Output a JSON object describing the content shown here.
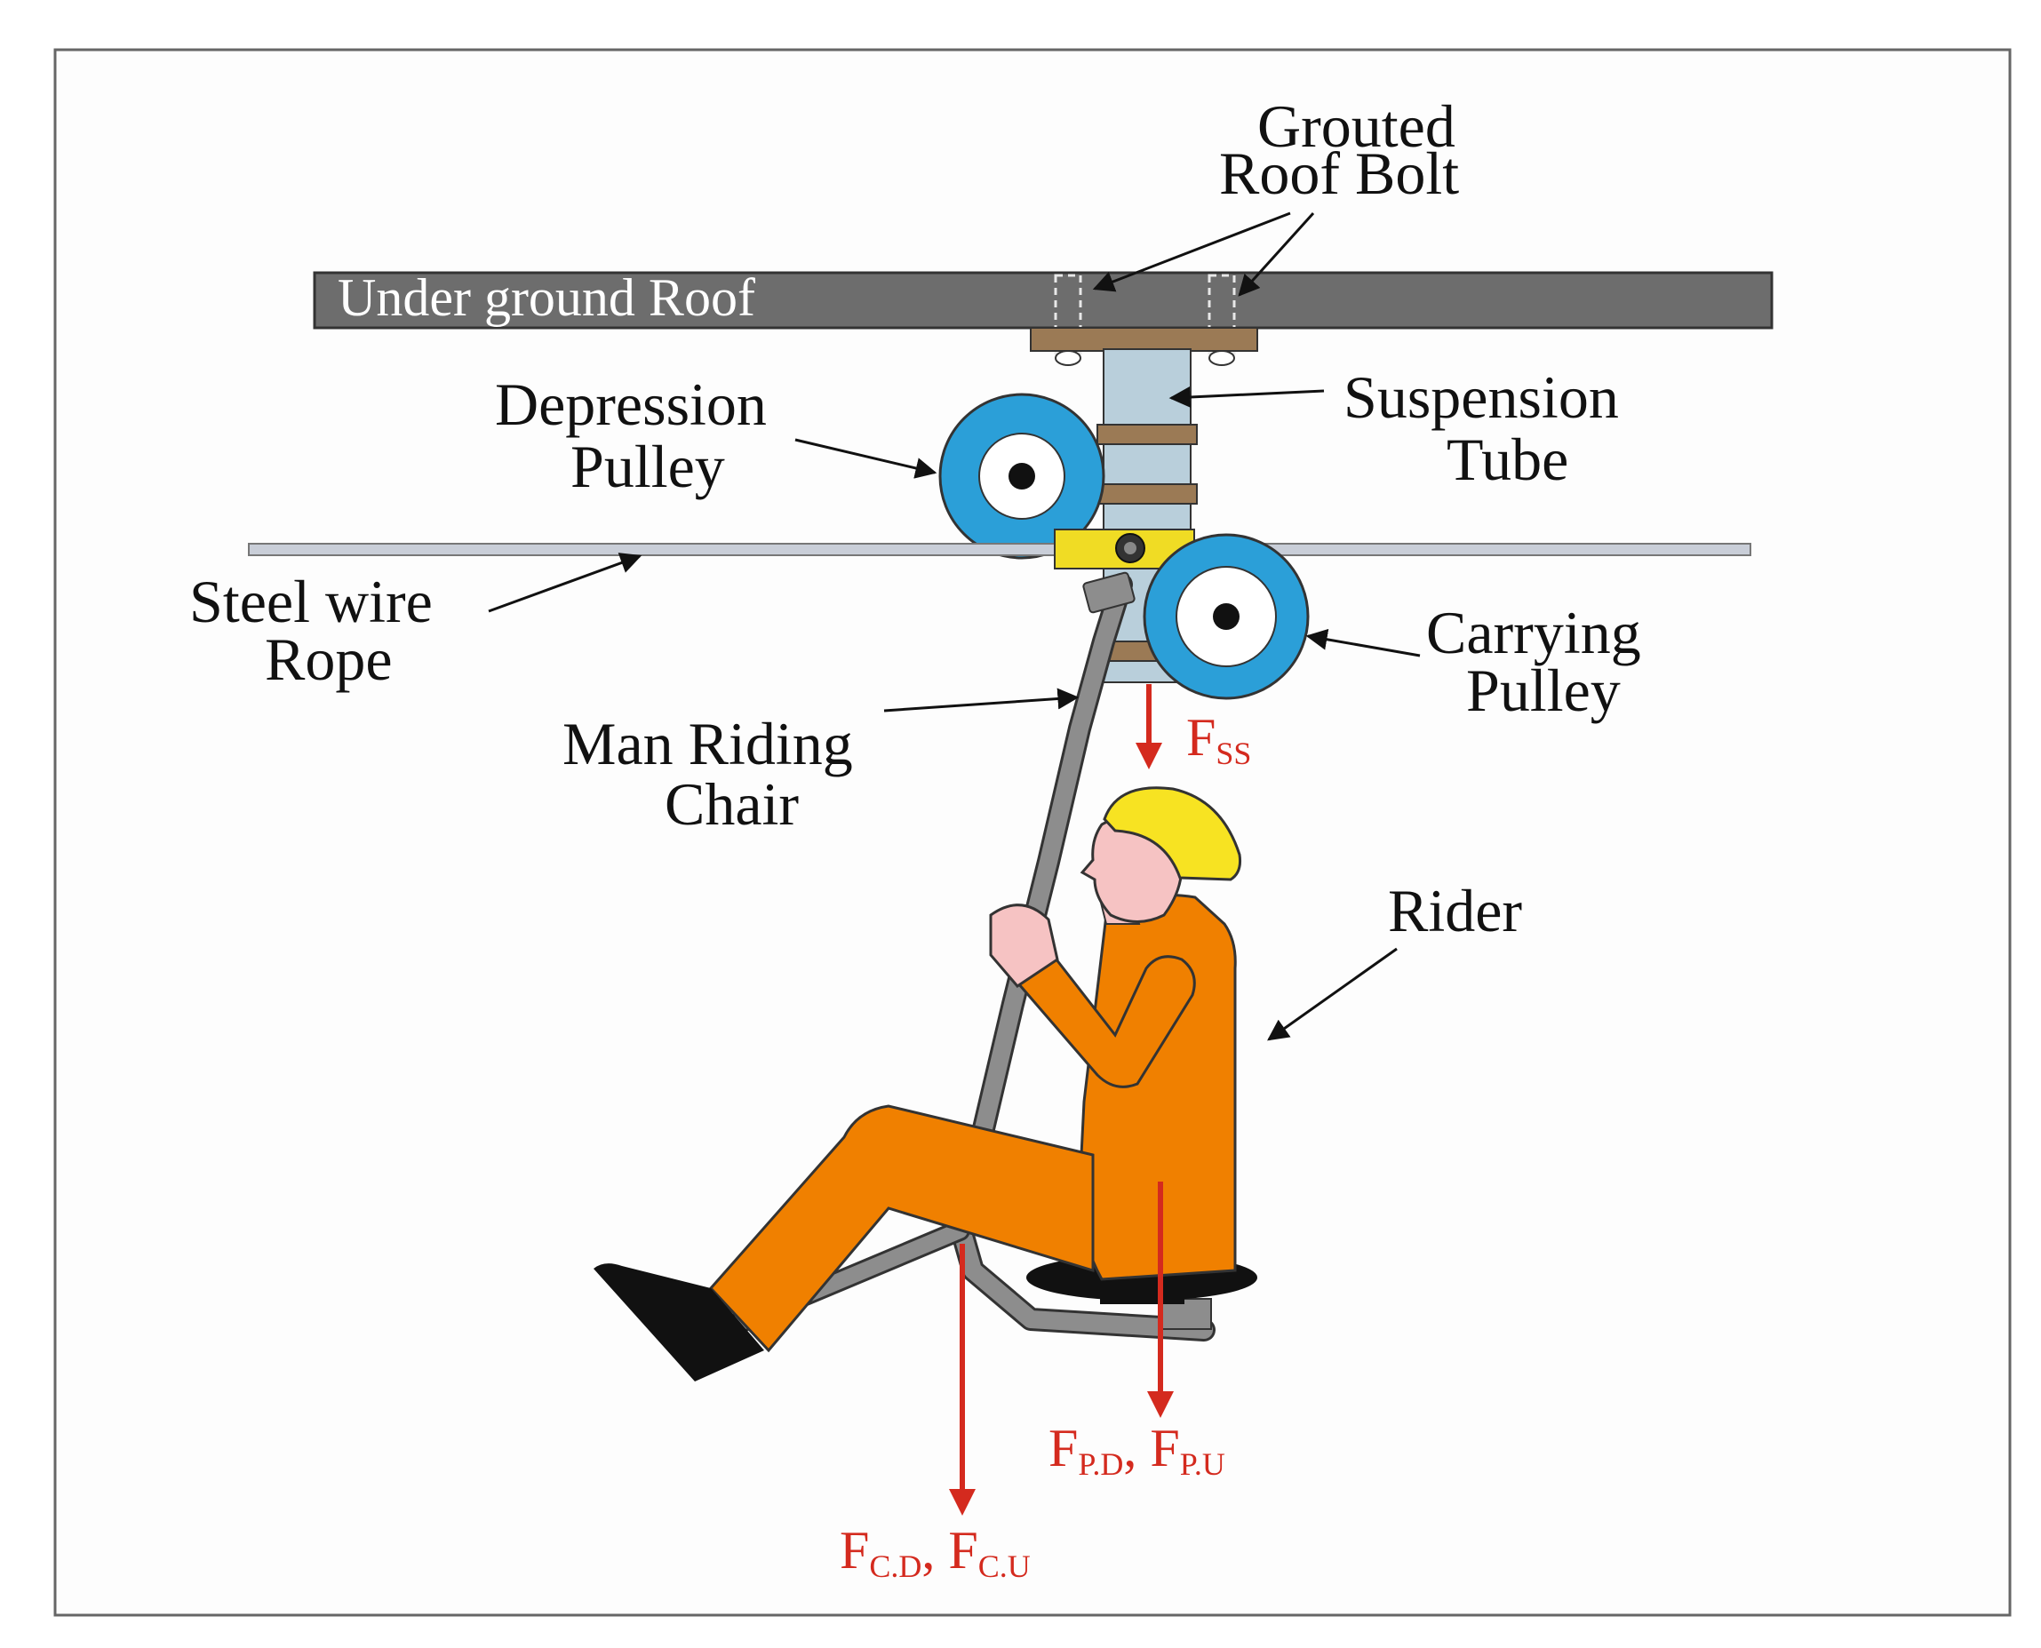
{
  "colors": {
    "roof": "#6d6d6d",
    "tube": "#b9cfdb",
    "band": "#9b7a55",
    "pulley": "#2b9fd8",
    "clamp": "#f0dc24",
    "helmet": "#f7e322",
    "skin": "#f6c3c3",
    "suit": "#f08000",
    "force": "#d42a1e",
    "rope": "#c9ced8",
    "rod": "#8d8d8d"
  },
  "labels": {
    "roof_bolt_line1": "Grouted",
    "roof_bolt_line2": "Roof  Bolt",
    "roof": "Under ground Roof",
    "depression_line1": "Depression",
    "depression_line2": "Pulley",
    "suspension_line1": "Suspension",
    "suspension_line2": "Tube",
    "rope_line1": "Steel wire",
    "rope_line2": "Rope",
    "carrying_line1": "Carrying",
    "carrying_line2": "Pulley",
    "chair_line1": "Man Riding",
    "chair_line2": "Chair",
    "rider": "Rider"
  },
  "forces": {
    "ss": {
      "main": "F",
      "sub": "SS"
    },
    "pulley": {
      "f1": "F",
      "s1": "P.D",
      "sep": ", ",
      "f2": "F",
      "s2": "P.U"
    },
    "chair": {
      "f1": "F",
      "s1": "C.D",
      "sep": ", ",
      "f2": "F",
      "s2": "C.U"
    }
  }
}
